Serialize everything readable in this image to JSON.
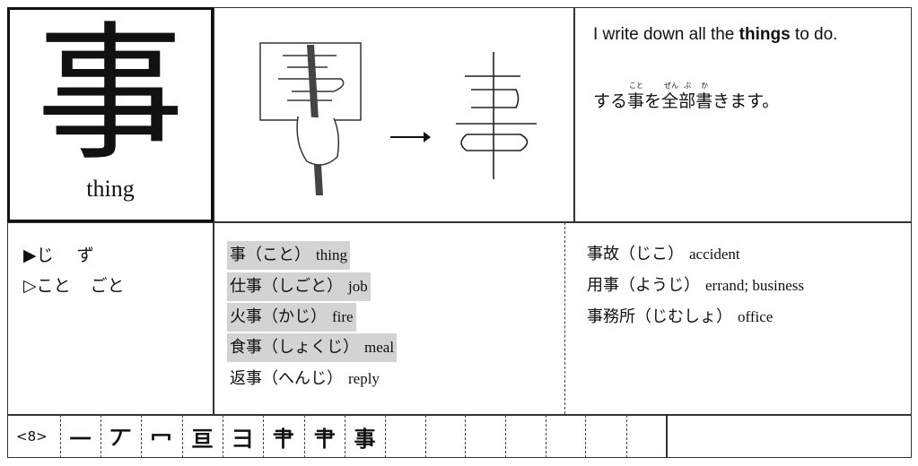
{
  "kanji": {
    "character": "事",
    "meaning": "thing"
  },
  "example_sentence": {
    "english_before": "I write down all the ",
    "english_bold": "things",
    "english_after": " to do.",
    "japanese_parts": [
      "する",
      "事",
      "を",
      "全",
      "部",
      "書",
      "きます。"
    ],
    "furigana": {
      "koto": "こと",
      "zen": "ぜん",
      "bu": "ぶ",
      "ka": "か"
    }
  },
  "readings": {
    "on": {
      "marker": "▶",
      "values": [
        "じ",
        "ず"
      ]
    },
    "kun": {
      "marker": "▷",
      "values": [
        "こと",
        "ごと"
      ]
    }
  },
  "vocabulary_main": [
    {
      "word": "事（こと）",
      "meaning": "thing",
      "highlighted": true
    },
    {
      "word": "仕事（しごと）",
      "meaning": "job",
      "highlighted": true
    },
    {
      "word": "火事（かじ）",
      "meaning": "fire",
      "highlighted": true
    },
    {
      "word": "食事（しょくじ）",
      "meaning": "meal",
      "highlighted": true
    },
    {
      "word": "返事（へんじ）",
      "meaning": "reply",
      "highlighted": false
    }
  ],
  "vocabulary_extra": [
    {
      "word": "事故（じこ）",
      "meaning": "accident"
    },
    {
      "word": "用事（ようじ）",
      "meaning": "errand; business"
    },
    {
      "word": "事務所（じむしょ）",
      "meaning": "office"
    }
  ],
  "stroke_order": {
    "count_label": "<8>",
    "steps": [
      "一",
      "丆",
      "冖",
      "亘",
      "彐",
      "肀",
      "肀",
      "事"
    ]
  }
}
